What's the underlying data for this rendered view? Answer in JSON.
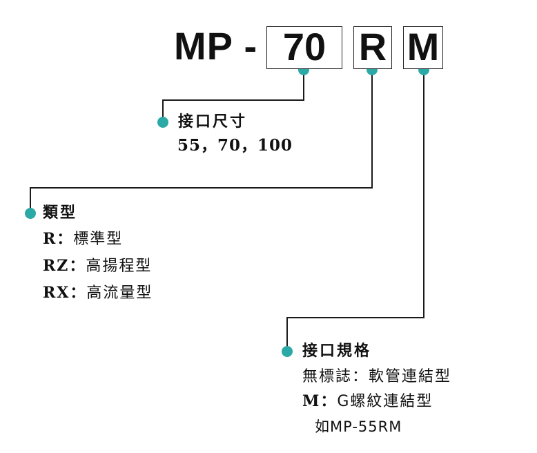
{
  "model": {
    "prefix": "MP -",
    "size_code": "70",
    "type_code": "R",
    "port_code": "M"
  },
  "size_section": {
    "heading": "接口尺寸",
    "values": "55，70，100"
  },
  "type_section": {
    "heading": "類型",
    "items": [
      {
        "code": "R：",
        "desc": "標準型"
      },
      {
        "code": "RZ：",
        "desc": "高揚程型"
      },
      {
        "code": "RX：",
        "desc": "高流量型"
      }
    ]
  },
  "port_section": {
    "heading": "接口規格",
    "items": [
      {
        "code": "",
        "desc": "無標誌：軟管連結型"
      },
      {
        "code": "M：",
        "desc": "G螺紋連結型"
      }
    ],
    "example": "如MP-55RM"
  },
  "colors": {
    "dot": "#2aa9a6",
    "line": "#1a1a1a"
  }
}
